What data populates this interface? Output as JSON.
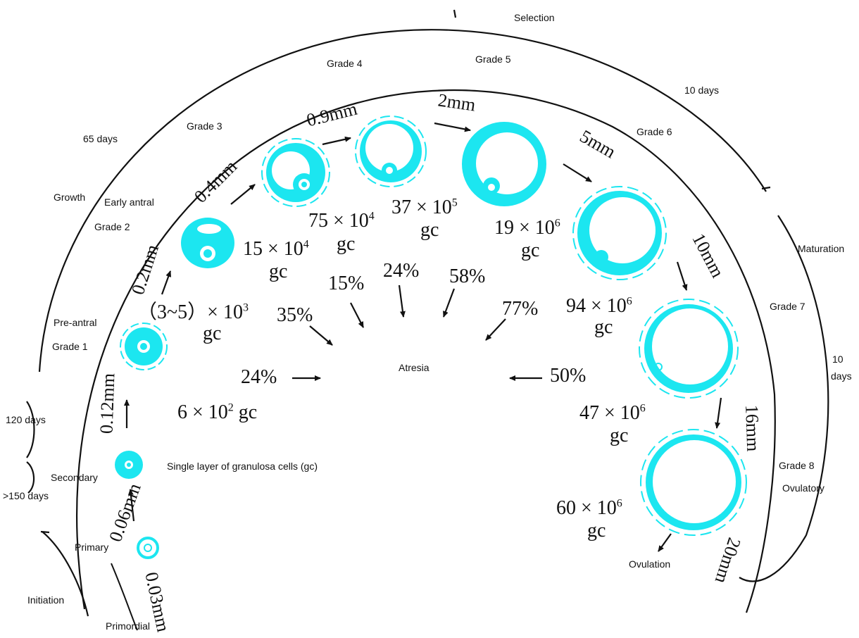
{
  "stages": {
    "selection": "Selection",
    "ten_days_top": "10 days",
    "sixty_five_days": "65 days",
    "growth": "Growth",
    "maturation": "Maturation",
    "ten_days_right_num": "10",
    "ten_days_right_unit": "days",
    "one_twenty_days": "120 days",
    "gt150_days": ">150 days",
    "initiation": "Initiation"
  },
  "follicle_types": {
    "primordial": "Primordial",
    "primary": "Primary",
    "secondary": "Secondary",
    "pre_antral": "Pre-antral",
    "early_antral": "Early antral",
    "ovulatory": "Ovulatory",
    "ovulation": "Ovulation",
    "single_layer": "Single layer of granulosa cells (gc)"
  },
  "grades": {
    "g1": "Grade 1",
    "g2": "Grade 2",
    "g3": "Grade 3",
    "g4": "Grade 4",
    "g5": "Grade 5",
    "g6": "Grade 6",
    "g7": "Grade 7",
    "g8": "Grade 8"
  },
  "sizes": {
    "s003": "0.03mm",
    "s006": "0.06mm",
    "s012": "0.12mm",
    "s02": "0.2mm",
    "s04": "0.4mm",
    "s09": "0.9mm",
    "s2": "2mm",
    "s5": "5mm",
    "s10": "10mm",
    "s16": "16mm",
    "s20": "20mm"
  },
  "cell_counts": {
    "c1_base": "6 × 10",
    "c1_exp": "2",
    "c1_unit": "gc",
    "c2_base": "（3~5）× 10",
    "c2_exp": "3",
    "c2_unit": "gc",
    "c3_base": "15 × 10",
    "c3_exp": "4",
    "c3_unit": "gc",
    "c4_base": "75 × 10",
    "c4_exp": "4",
    "c4_unit": "gc",
    "c5_base": "37 × 10",
    "c5_exp": "5",
    "c5_unit": "gc",
    "c6_base": "19 × 10",
    "c6_exp": "6",
    "c6_unit": "gc",
    "c7_base": "94 × 10",
    "c7_exp": "6",
    "c7_unit": "gc",
    "c8_base": "47 × 10",
    "c8_exp": "6",
    "c8_unit": "gc",
    "c9_base": "60 × 10",
    "c9_exp": "6",
    "c9_unit": "gc"
  },
  "atresia": {
    "label": "Atresia",
    "p24_left": "24%",
    "p35": "35%",
    "p15": "15%",
    "p24_top": "24%",
    "p58": "58%",
    "p77": "77%",
    "p50": "50%"
  },
  "colors": {
    "follicle": "#1ce6f0",
    "ink": "#111111"
  }
}
